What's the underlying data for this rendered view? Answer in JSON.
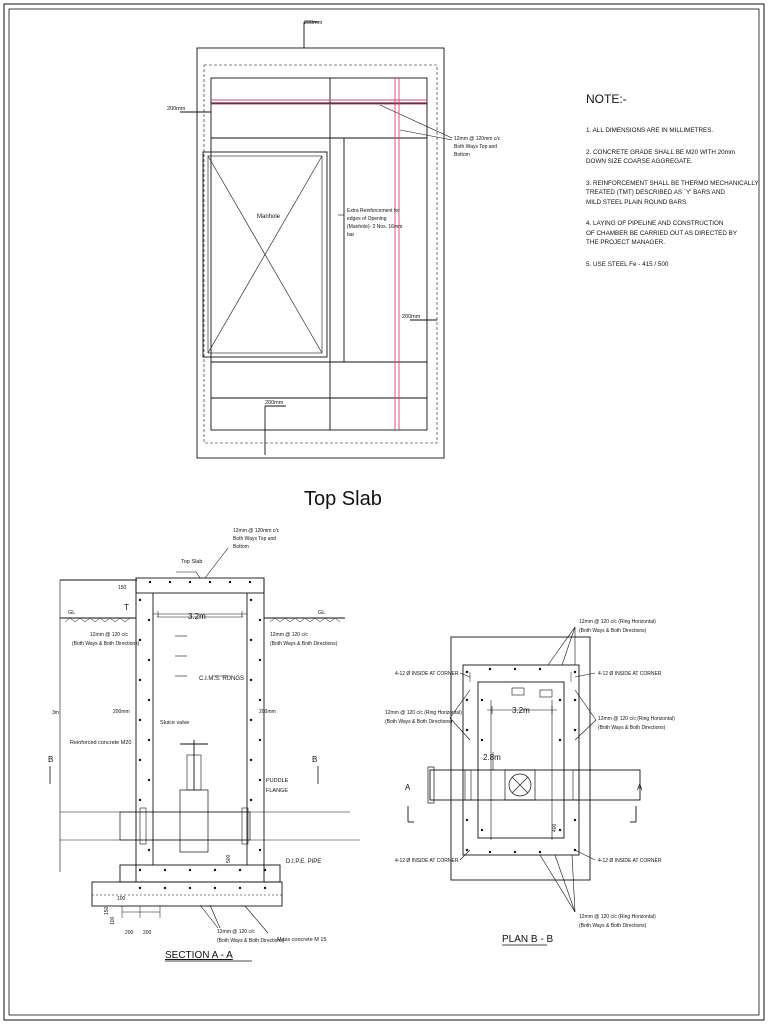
{
  "notes": {
    "title": "NOTE:-",
    "items": [
      "1. ALL DIMENSIONS ARE IN MILLIMETRES.",
      "2. CONCRETE GRADE SHALL BE M20 WITH 20mm\n    DOWN SIZE COARSE AGGREGATE.",
      "3. REINFORCEMENT SHALL BE THERMO MECHANICALLY\n    TREATED (TMT) DESCRIBED AS `Y' BARS AND\n    MILD STEEL PLAIN ROUND BARS",
      "4. LAYING OF PIPELINE AND CONSTRUCTION\n    OF CHAMBER BE CARRIED OUT AS DIRECTED BY\n    THE PROJECT MANAGER.",
      " 5. USE STEEL Fe - 415 / 500"
    ]
  },
  "top_slab": {
    "title": "Top Slab",
    "manhole": "Manhole",
    "dim_top": "200mm",
    "dim_left": "200mm",
    "dim_right": "200mm",
    "dim_bottom": "200mm",
    "rebar_note_1": "12mm @ 120mm c/c",
    "rebar_note_2": "Both Ways Top and",
    "rebar_note_3": "Bottom",
    "extra_1": "Extra Reinforcement for",
    "extra_2": "edges of Opening",
    "extra_3": "(Manhole)- 2 Nos. 16mm",
    "extra_4": "bar"
  },
  "section": {
    "title": "SECTION A - A",
    "top_slab_label": "Top Slab",
    "slab_note_1": "12mm @ 120mm c/c",
    "slab_note_2": "Both Ways Top and",
    "slab_note_3": "Bottom",
    "dim_150": "150",
    "gl_left": "GL",
    "gl_right": "GL",
    "t_label": "T",
    "width_dim": "3.2m",
    "wall_note_1": "12mm @ 120 c/c",
    "wall_note_2": "(Both Ways & Both Directions)",
    "rungs": "C.I.M.S. RUNGS",
    "dim_200_left": "200mm",
    "dim_200_right": "200mm",
    "sluice": "Sluice valve",
    "rcc": "Reinforced concrete M20",
    "puddle_1": "PUDDLE",
    "puddle_2": "FLANGE",
    "dipe": "D.I.P.E.  PIPE",
    "depth": "3m",
    "b_left": "B",
    "b_right": "B",
    "base_note_1": "12mm @ 120 c/c",
    "base_note_2": "(Both Ways & Both Directions)",
    "mass": "Mass concrete M 15",
    "dim_base_1": "200",
    "dim_base_2": "200",
    "dim_500": "500",
    "dim_100": "100",
    "dim_150b": "150",
    "dim_100b": "100"
  },
  "plan": {
    "title": "PLAN B - B",
    "top_note_1": "12mm @ 120 c/c (Ring Horizontal)",
    "top_note_2": "(Both Ways & Both Directions)",
    "corner_tl": "4-12 Ø INSIDE AT CORNER",
    "corner_tr": "4-12 Ø INSIDE AT CORNER",
    "corner_bl": "4-12 Ø INSIDE AT CORNER",
    "corner_br": "4-12 Ø INSIDE AT CORNER",
    "left_note_1": "12mm @ 120 c/c (Ring Horizontal)",
    "left_note_2": "(Both Ways & Both Directions)",
    "right_note_1": "12mm @ 120 c/c (Ring Horizontal)",
    "right_note_2": "(Both Ways & Both Directions)",
    "width_dim": "3.2m",
    "height_dim": "2.8m",
    "a_left": "A",
    "a_right": "A",
    "dim_400": "400",
    "bottom_note_1": "12mm @ 120 c/c (Ring Horizontal)",
    "bottom_note_2": "(Both Ways & Both Directions)"
  },
  "colors": {
    "line": "#111111",
    "rebar_red": "#e0407a"
  }
}
